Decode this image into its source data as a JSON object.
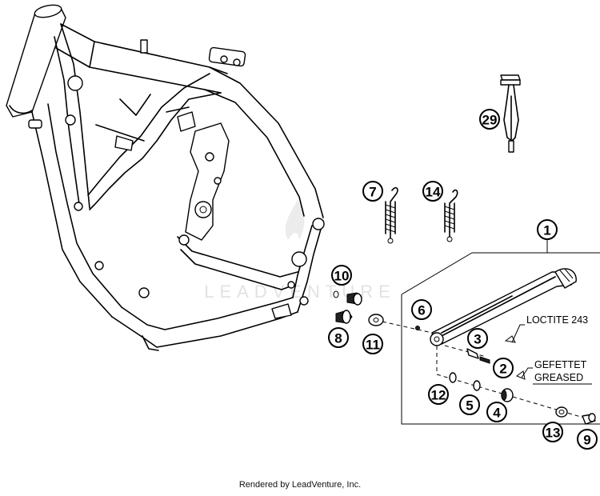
{
  "callouts": {
    "c1": "1",
    "c2": "2",
    "c3": "3",
    "c4": "4",
    "c5": "5",
    "c6": "6",
    "c7": "7",
    "c8": "8",
    "c9": "9",
    "c10": "10",
    "c11": "11",
    "c12": "12",
    "c13": "13",
    "c14": "14",
    "c29": "29"
  },
  "notes": {
    "loctite": "LOCTITE 243",
    "gefettet": "GEFETTET",
    "greased": "GREASED"
  },
  "watermark": "LEADVENTURE",
  "footer": "Rendered by LeadVenture, Inc."
}
